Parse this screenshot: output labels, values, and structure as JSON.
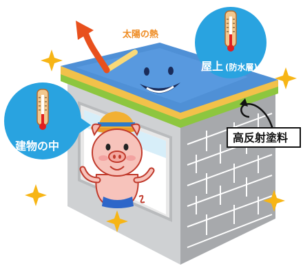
{
  "labels": {
    "solar_heat": "太陽の熱",
    "roof": "屋上",
    "roof_note": "(防水層)",
    "interior": "建物の中",
    "coating": "高反射塗料"
  },
  "colors": {
    "badge_blue": "#29a3e0",
    "heat_arrow": "#e8501d",
    "roof_top": "#4f90d6",
    "coating_yellow": "#f2c14a",
    "coating_green": "#8dc63f",
    "wall_gray": "#a7a9ac",
    "sparkle": "#f7b515"
  },
  "icons": [
    "thermometer-icon",
    "sparkle-icon",
    "reflection-arrow-icon",
    "pig-character",
    "smiley-face"
  ]
}
